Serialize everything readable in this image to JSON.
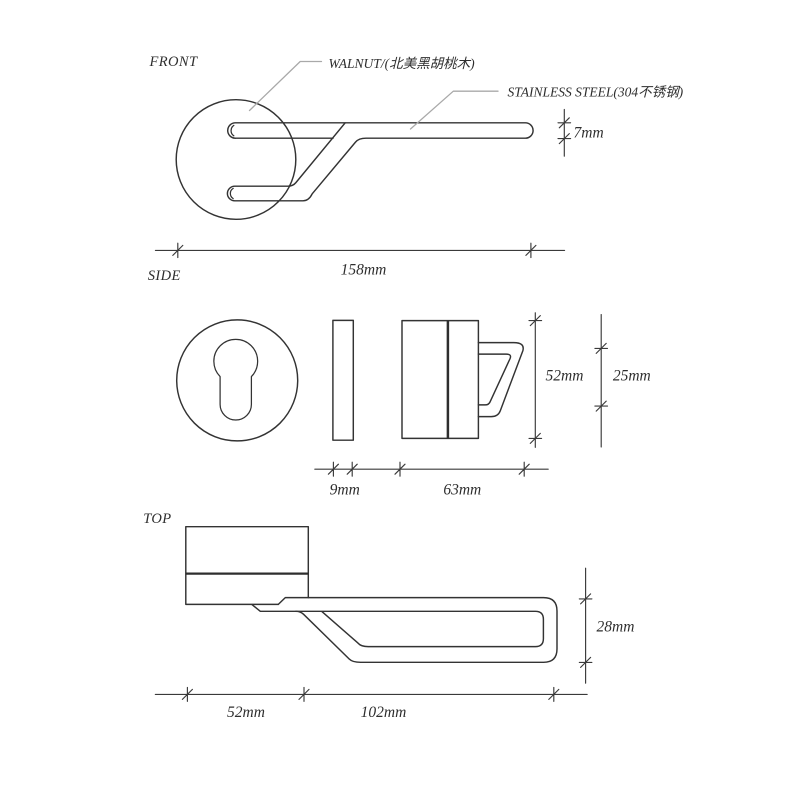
{
  "background": "#ffffff",
  "colors": {
    "object_line": "#333333",
    "dimension_line": "#3a3a3a",
    "leader_line": "#a9a9a9",
    "text": "#2e2e2e"
  },
  "views": {
    "front": {
      "label": "FRONT",
      "callouts": {
        "walnut": "WALNUT/(北美黑胡桃木)",
        "steel": "STAINLESS STEEL(304不锈钢)"
      },
      "dims": {
        "thickness": "7mm",
        "length": "158mm"
      }
    },
    "side": {
      "label": "SIDE",
      "dims": {
        "height": "52mm",
        "offset": "25mm",
        "plate": "9mm",
        "depth": "63mm"
      }
    },
    "top": {
      "label": "TOP",
      "dims": {
        "depth": "28mm",
        "rose": "52mm",
        "reach": "102mm"
      }
    }
  }
}
